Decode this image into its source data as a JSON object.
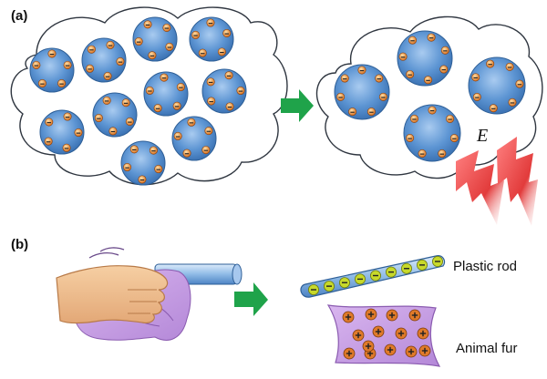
{
  "panel_a": {
    "label": "(a)",
    "field_label": "E",
    "grains_before": 10,
    "grains_after": 4,
    "charges_per_grain": 5
  },
  "panel_b": {
    "label": "(b)",
    "rod_label": "Plastic rod",
    "fur_label": "Animal fur",
    "rod_charge_sign": "−",
    "fur_charge_sign": "+",
    "rod_charge_count": 9,
    "fur_charge_count": 14
  },
  "colors": {
    "grain": "#4a86c8",
    "grain_edge": "#2e5f97",
    "electron": "#e07a2a",
    "arrow": "#1fa34a",
    "lightning": "#e23b3b",
    "fur": "#c79be0",
    "rod": "#8fbbe6",
    "negative_charge": "#c7d92b",
    "positive_charge": "#e07a2a"
  },
  "icons": {
    "cloud_outline": "cloud-outline",
    "transition_arrow": "green-arrow-icon",
    "lightning": "lightning-bolt-icon",
    "hand": "hand-icon"
  }
}
